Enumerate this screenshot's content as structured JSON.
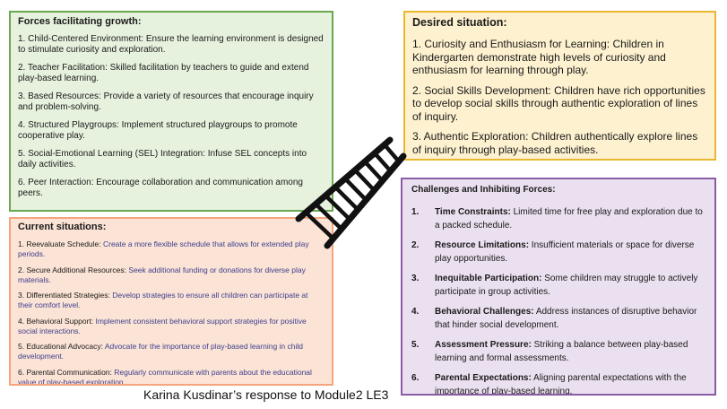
{
  "forces": {
    "title": "Forces facilitating growth:",
    "items": [
      "1. Child-Centered Environment: Ensure the learning environment is designed to stimulate curiosity and exploration.",
      "2. Teacher Facilitation: Skilled facilitation by teachers to guide and extend play-based learning.",
      "3. Based Resources: Provide a variety of resources that encourage inquiry and problem-solving.",
      "4. Structured Playgroups: Implement structured playgroups to promote cooperative play.",
      "5. Social-Emotional Learning (SEL) Integration: Infuse SEL concepts into daily activities.",
      "6. Peer Interaction: Encourage collaboration and communication among peers."
    ]
  },
  "current": {
    "title": "Current situations:",
    "items": [
      {
        "title": "1. Reevaluate Schedule: ",
        "desc": "Create a more flexible schedule that allows for extended play periods."
      },
      {
        "title": "2. Secure Additional Resources: ",
        "desc": "Seek additional funding or donations for diverse play materials."
      },
      {
        "title": "3. Differentiated Strategies: ",
        "desc": "Develop strategies to ensure all children can participate at their comfort level."
      },
      {
        "title": "4. Behavioral Support: ",
        "desc": "Implement consistent behavioral support strategies for positive social interactions."
      },
      {
        "title": "5. Educational Advocacy: ",
        "desc": "Advocate for the importance of play-based learning in child development."
      },
      {
        "title": "6. Parental Communication: ",
        "desc": "Regularly communicate with parents about the educational value of play-based exploration."
      }
    ]
  },
  "desired": {
    "title": "Desired situation:",
    "items": [
      "1. Curiosity and Enthusiasm for Learning: Children in Kindergarten demonstrate high levels of curiosity and enthusiasm for learning through play.",
      "2. Social Skills Development: Children have rich opportunities to develop social skills through authentic exploration of lines of inquiry.",
      "3. Authentic Exploration: Children authentically explore lines of inquiry through play-based activities."
    ]
  },
  "challenges": {
    "title": "Challenges and Inhibiting Forces:",
    "items": [
      {
        "num": "1.",
        "title": "Time Constraints:",
        "desc": " Limited time for free play and exploration due to a packed schedule."
      },
      {
        "num": "2.",
        "title": "Resource Limitations:",
        "desc": " Insufficient materials or space for diverse play opportunities."
      },
      {
        "num": "3.",
        "title": "Inequitable Participation:",
        "desc": " Some children may struggle to actively participate in group activities."
      },
      {
        "num": "4.",
        "title": "Behavioral Challenges:",
        "desc": " Address instances of disruptive behavior that hinder social development."
      },
      {
        "num": "5.",
        "title": "Assessment Pressure:",
        "desc": " Striking a balance between play-based learning and formal assessments."
      },
      {
        "num": "6.",
        "title": "Parental Expectations:",
        "desc": " Aligning parental expectations with the importance of play-based learning."
      }
    ]
  },
  "caption": "Karina Kusdinar’s response to Module2 LE3",
  "ladder": {
    "icon": "ladder-icon",
    "rungs": 9,
    "color": "#111111"
  },
  "colors": {
    "forces_border": "#6aa84f",
    "forces_fill": "#e7f2de",
    "current_border": "#f6a47c",
    "current_fill": "#fbe3d5",
    "desired_border": "#eab830",
    "desired_fill": "#fdf1cf",
    "challenges_border": "#8a5ca5",
    "challenges_fill": "#ebe0ef"
  }
}
